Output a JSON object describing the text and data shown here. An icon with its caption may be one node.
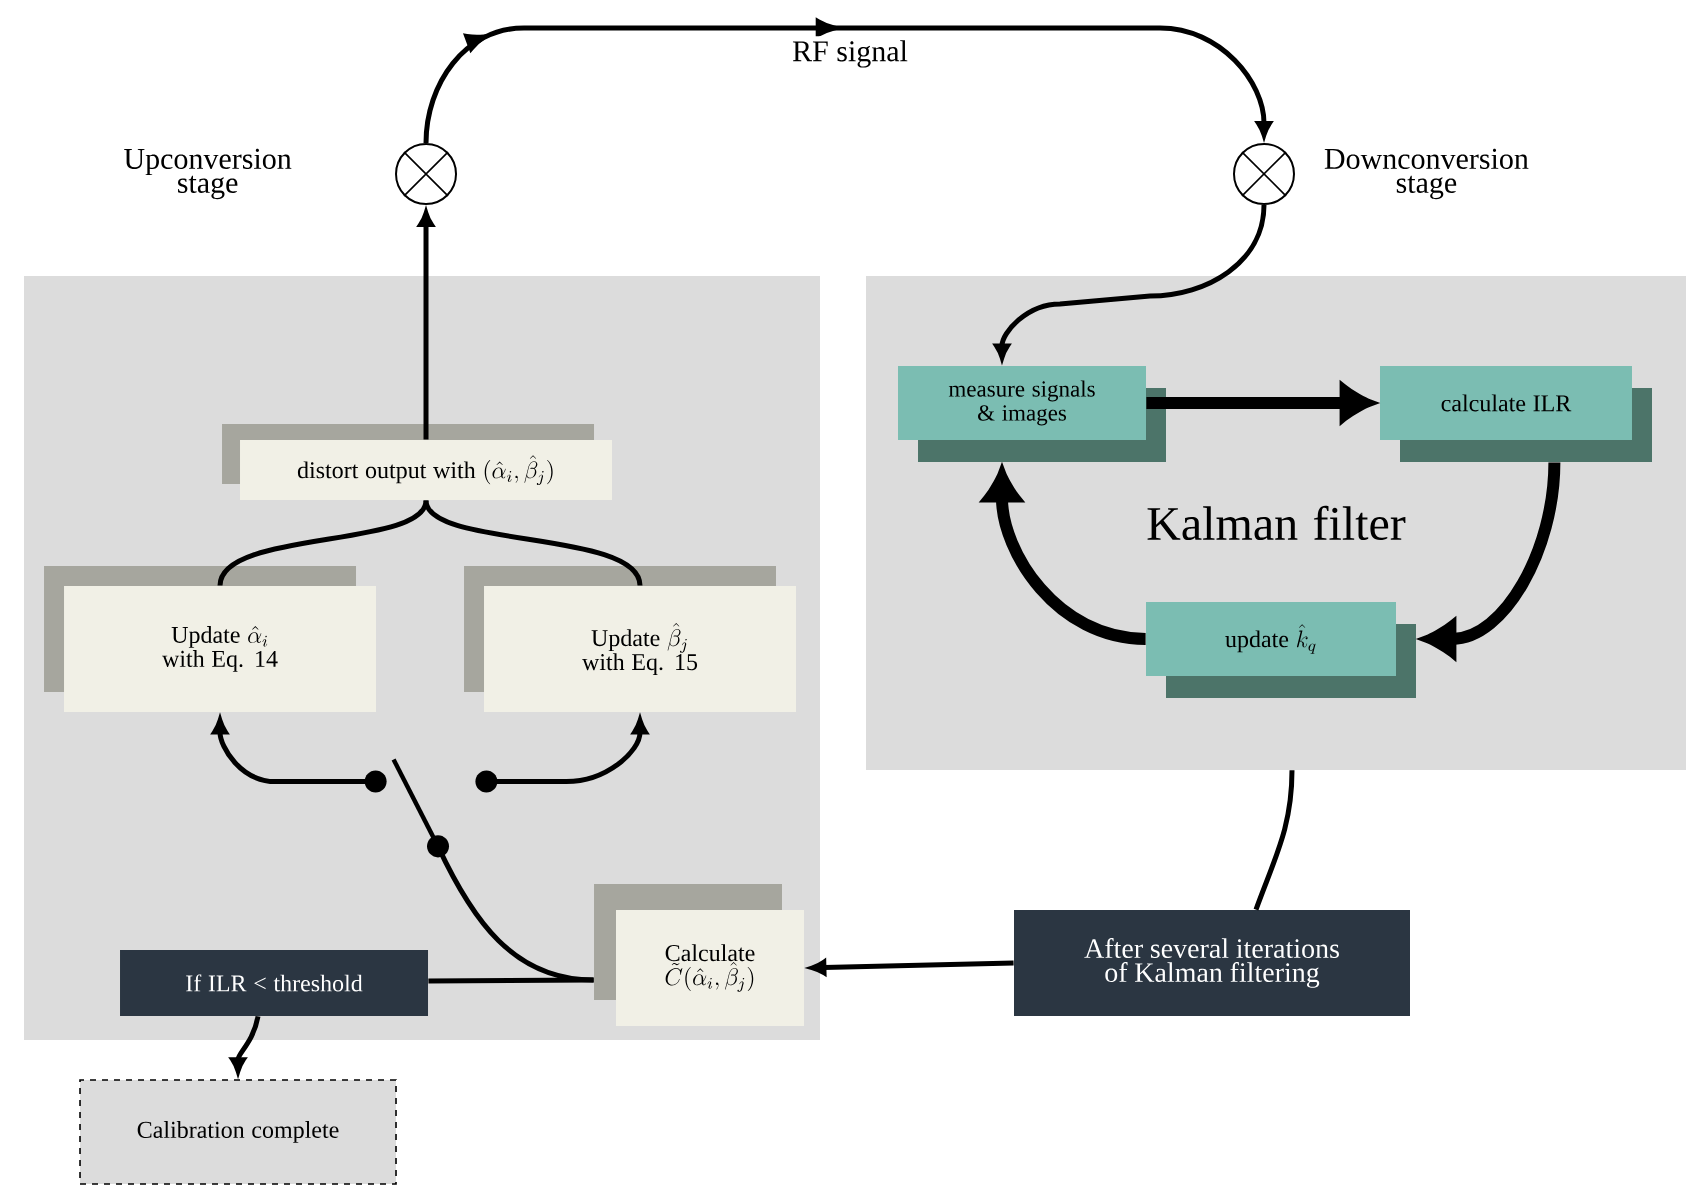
{
  "diagram": {
    "nodes": [
      {
        "text": [],
        "shape": "box"
      },
      {
        "text": [
          "Kalman filter"
        ]
      },
      {
        "text": [],
        "shape": "circle",
        "beside": [
          "Upconversion stage"
        ]
      },
      {
        "text": [],
        "shape": "circle",
        "beside": [
          "Downconversion stage"
        ]
      },
      {
        "text": [
          "distort output with",
          "(\\hat{\\alpha}_i, \\hat{\\beta}_j)"
        ],
        "in": 0
      },
      {
        "text": [
          "Update",
          "\\hat{\\alpha}_i",
          "with Eq. 14"
        ],
        "in": 0
      },
      {
        "text": [
          "Update",
          "\\hat{\\beta}_j",
          "with Eq. 15"
        ],
        "in": 0
      },
      {
        "text": [],
        "shape": "switch",
        "in": 0
      },
      {
        "text": [
          "Calculate",
          "\\tilde{C}(\\hat{\\alpha}_i, \\hat{\\beta}_j)"
        ],
        "in": 0
      },
      {
        "text": [
          "If ILR < threshold"
        ],
        "in": 0
      },
      {
        "text": [
          "Calibration complete"
        ]
      },
      {
        "text": [
          "measure signals & images"
        ],
        "in": 1
      },
      {
        "text": [
          "calculate ILR"
        ],
        "in": 1
      },
      {
        "text": [
          "update",
          "\\hat{k}_q"
        ],
        "in": 1
      },
      {
        "text": [
          "After several iterations of Kalman filtering"
        ]
      }
    ],
    "edges": [
      {
        "from": 4,
        "to": 2,
        "arrow": "to"
      },
      {
        "from": 2,
        "to": 3,
        "arrow": "to",
        "label": "RF signal"
      },
      {
        "from": 3,
        "to": 11,
        "arrow": "to"
      },
      {
        "from": 11,
        "to": 12,
        "arrow": "to",
        "style": "thick"
      },
      {
        "from": 12,
        "to": 13,
        "arrow": "to",
        "style": "thick"
      },
      {
        "from": 13,
        "to": 11,
        "arrow": "to",
        "style": "thick"
      },
      {
        "from": 1,
        "to": 14,
        "arrow": "none"
      },
      {
        "from": 14,
        "to": 8,
        "arrow": "to"
      },
      {
        "from": 5,
        "to": 4,
        "arrow": "none"
      },
      {
        "from": 6,
        "to": 4,
        "arrow": "none"
      },
      {
        "from": 8,
        "to": 7,
        "arrow": "none"
      },
      {
        "from": 8,
        "to": 9,
        "arrow": "none"
      },
      {
        "from": 7,
        "to": 5,
        "arrow": "to"
      },
      {
        "from": 7,
        "to": 6,
        "arrow": "to"
      },
      {
        "from": 9,
        "to": 10,
        "arrow": "to"
      }
    ]
  }
}
